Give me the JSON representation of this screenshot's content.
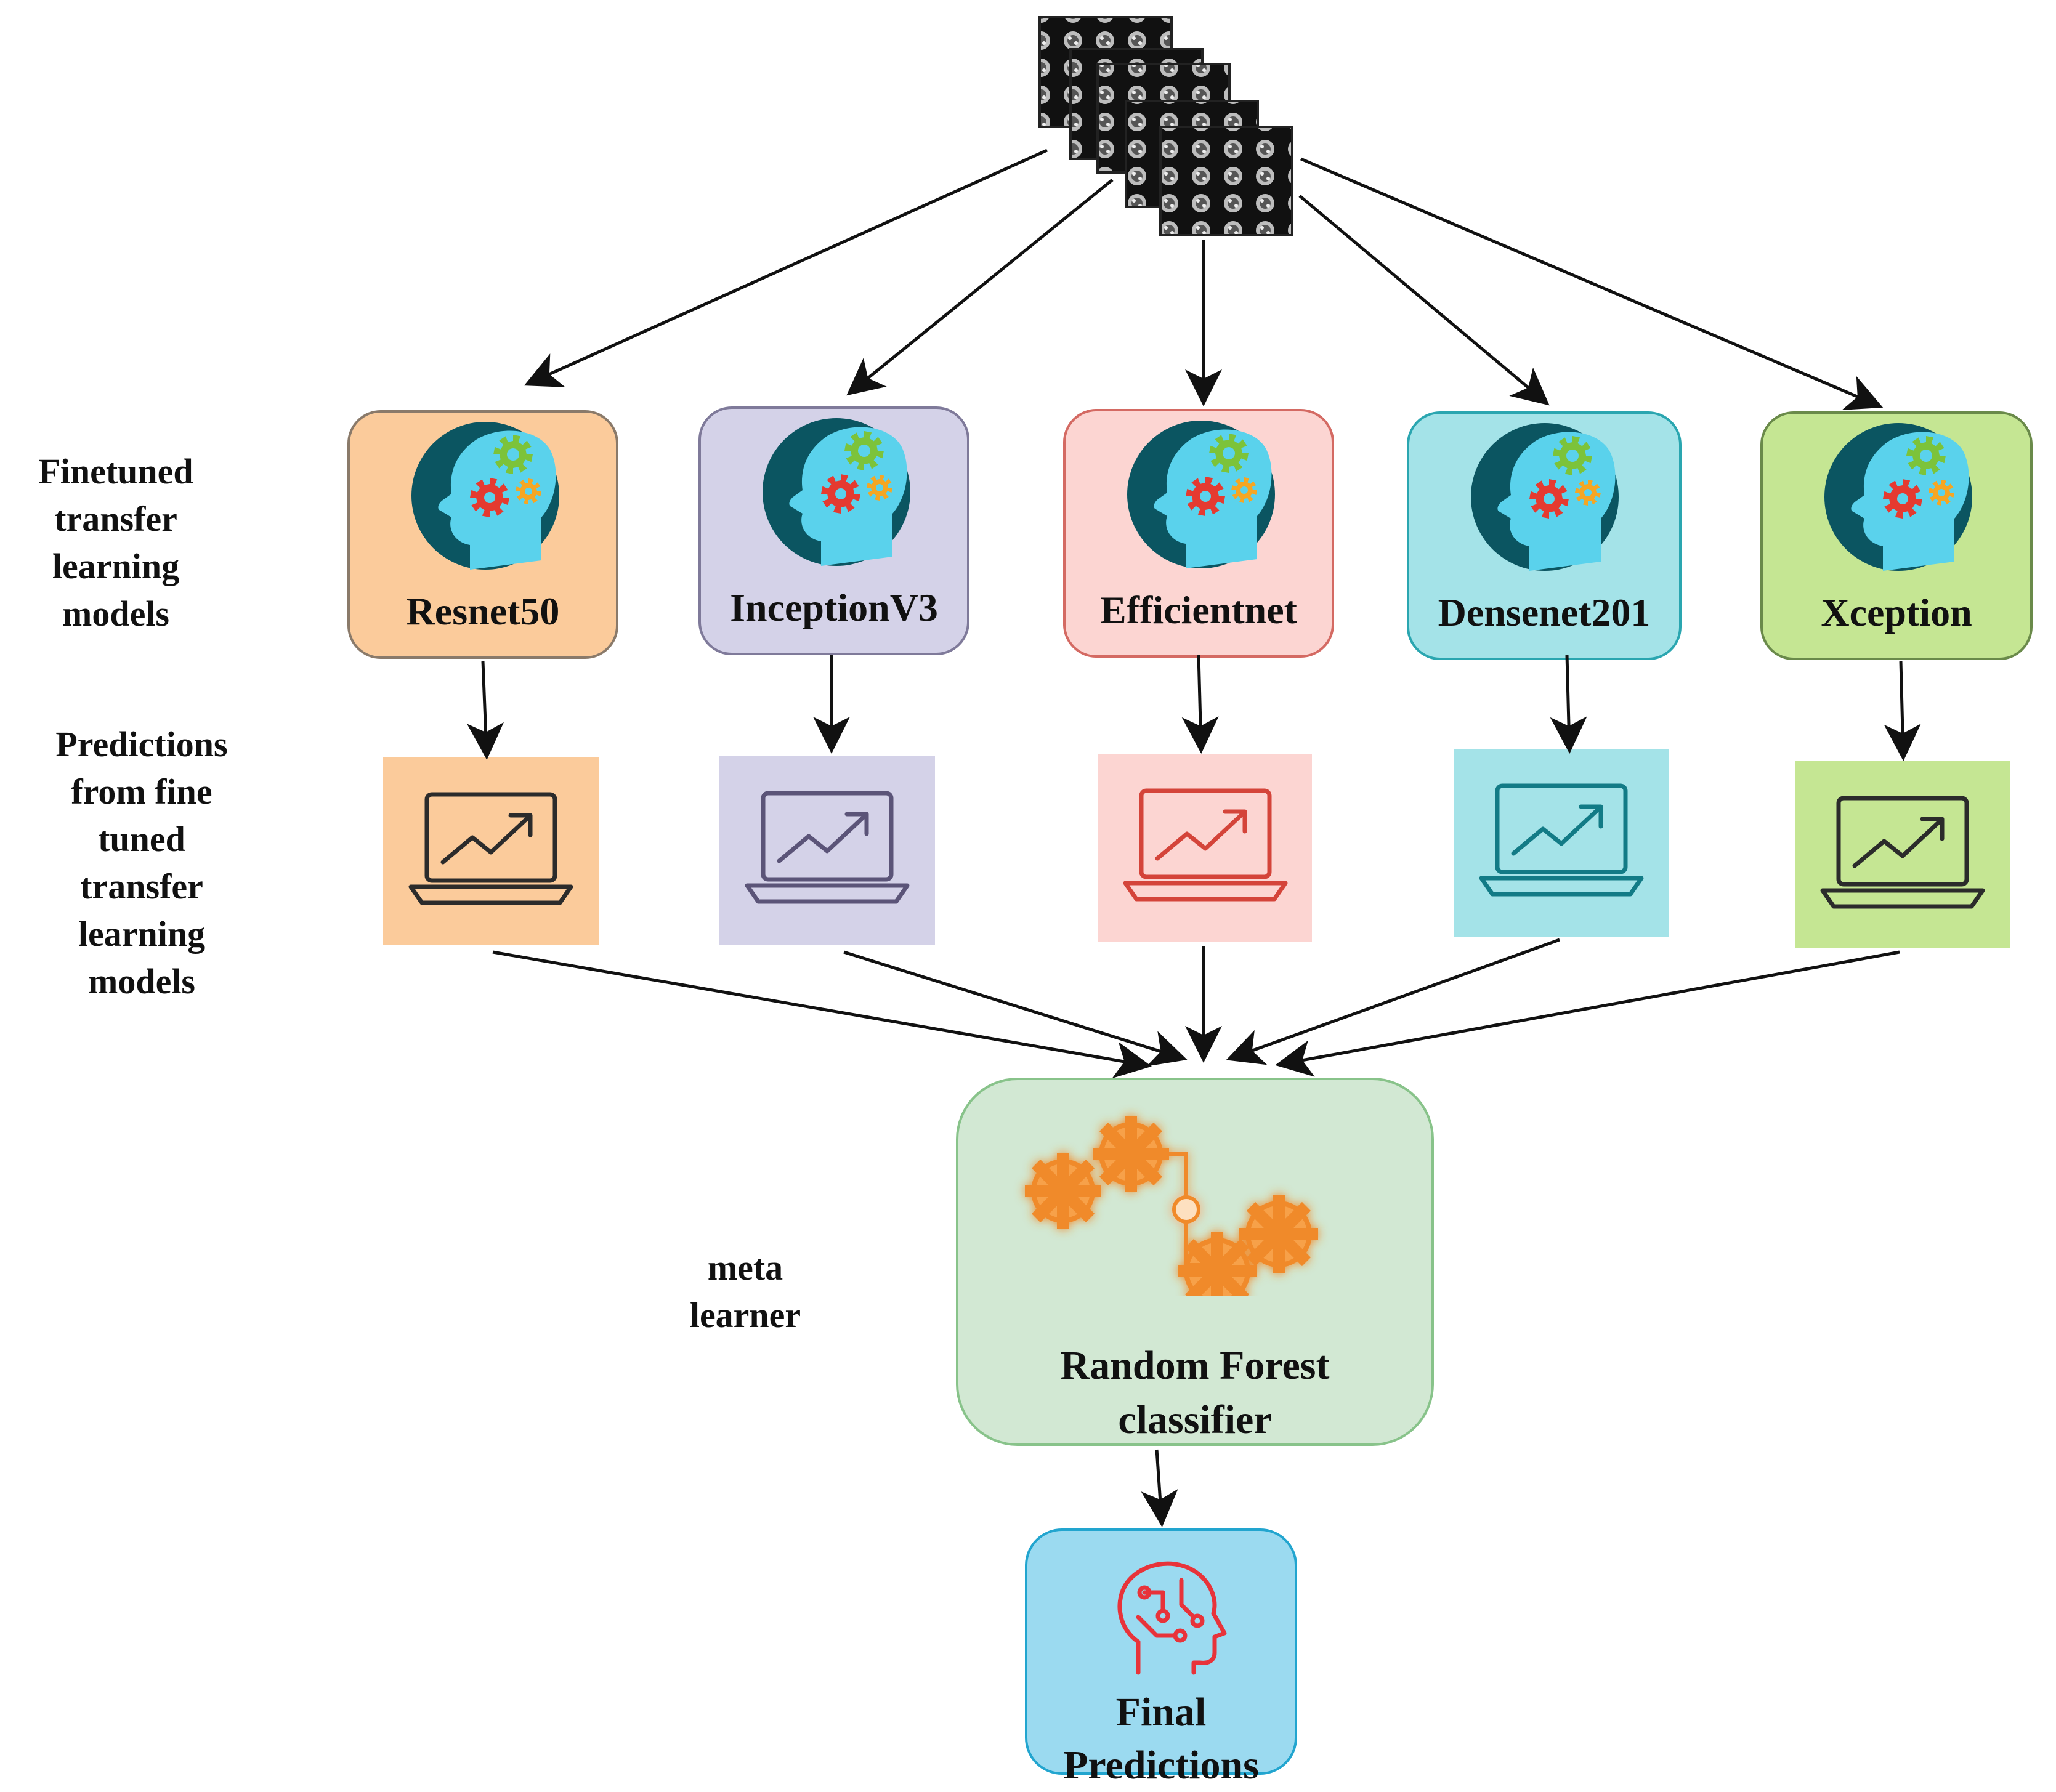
{
  "side_labels": {
    "models": "Finetuned\ntransfer\nlearning\nmodels",
    "predictions": "Predictions\nfrom fine\ntuned\ntransfer\nlearning\nmodels",
    "meta": "meta\nlearner"
  },
  "models": [
    {
      "name": "Resnet50",
      "fill": "#fbcb9b",
      "stroke": "#8a7a6a",
      "pred_fill": "#fbcb9b",
      "pred_icon": "#2b2b2b"
    },
    {
      "name": "InceptionV3",
      "fill": "#d4d2e8",
      "stroke": "#7f7a9a",
      "pred_fill": "#d4d2e8",
      "pred_icon": "#5b5478"
    },
    {
      "name": "Efficientnet",
      "fill": "#fcd5d2",
      "stroke": "#d46a63",
      "pred_fill": "#fcd5d2",
      "pred_icon": "#d4443a"
    },
    {
      "name": "Densenet201",
      "fill": "#a4e3e8",
      "stroke": "#2aa6b0",
      "pred_fill": "#a4e3e8",
      "pred_icon": "#127b86"
    },
    {
      "name": "Xception",
      "fill": "#c5e693",
      "stroke": "#6a8a4a",
      "pred_fill": "#c5e693",
      "pred_icon": "#2b2b2b"
    }
  ],
  "meta_learner": {
    "name": "Random Forest\nclassifier"
  },
  "final": {
    "name": "Final\nPredictions"
  },
  "icons": {
    "input": "image-stack-icon",
    "model": "head-gears-icon",
    "prediction": "laptop-chart-icon",
    "meta": "gears-network-icon",
    "final": "brain-circuit-icon"
  }
}
